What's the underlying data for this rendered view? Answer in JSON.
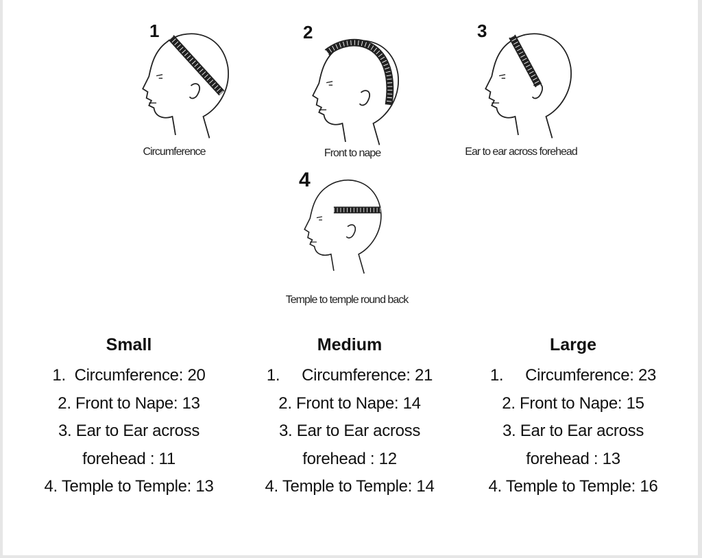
{
  "diagrams": [
    {
      "number": "1",
      "caption": "Circumference"
    },
    {
      "number": "2",
      "caption": "Front to nape"
    },
    {
      "number": "3",
      "caption": "Ear to ear across forehead"
    },
    {
      "number": "4",
      "caption": "Temple to temple round back"
    }
  ],
  "sizes": [
    {
      "name": "Small",
      "lines": [
        "1.  Circumference: 20",
        "2. Front to Nape: 13",
        "3. Ear to Ear across",
        "forehead : 11",
        "4. Temple to Temple: 13"
      ]
    },
    {
      "name": "Medium",
      "lines": [
        "1.     Circumference: 21",
        "2. Front to Nape: 14",
        "3. Ear to Ear across",
        "forehead : 12",
        "4. Temple to Temple: 14"
      ]
    },
    {
      "name": "Large",
      "lines": [
        "1.     Circumference: 23",
        "2. Front to Nape: 15",
        "3. Ear to Ear across",
        "forehead : 13",
        "4. Temple to Temple: 16"
      ]
    }
  ]
}
